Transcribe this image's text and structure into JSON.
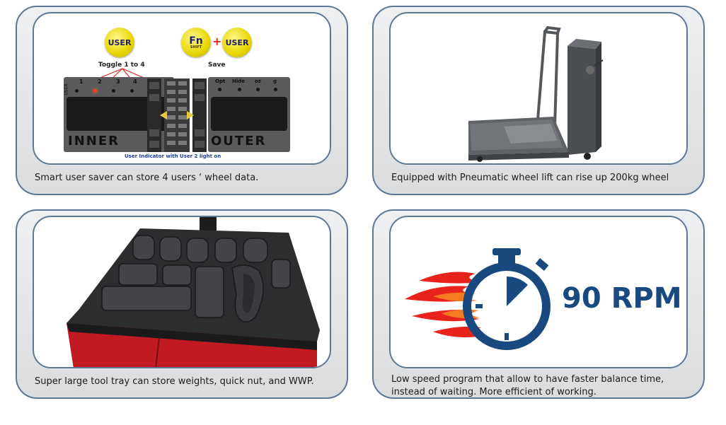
{
  "cards": [
    {
      "id": "user-saver",
      "caption": "Smart user saver can store 4 users ‘ wheel data.",
      "panel": {
        "user_button": "USER",
        "fn_button": "Fn",
        "fn_sub": "SHIFT",
        "plus": "+",
        "toggle_label": "Toggle 1 to 4",
        "save_label": "Save",
        "side_label": "USER",
        "numbers": [
          "1",
          "2",
          "3",
          "4"
        ],
        "right_labels": [
          "Opt",
          "Hide",
          "oz",
          "g"
        ],
        "inner_label": "INNER",
        "outer_label": "OUTER",
        "indicator_note": "User Indicator with User 2 light on"
      }
    },
    {
      "id": "wheel-lift",
      "caption": "Equipped with Pneumatic wheel lift can rise up 200kg wheel"
    },
    {
      "id": "tool-tray",
      "caption": "Super large tool tray can  store weights, quick nut, and WWP."
    },
    {
      "id": "speed",
      "caption": "Low speed program that allow to have faster balance time, instead of waiting. More efficient of working.",
      "rpm_text": "90 RPM"
    }
  ],
  "colors": {
    "border": "#5d7894",
    "rpm_blue": "#1a497f",
    "flame": "#e8231c",
    "tray_red": "#c21a22"
  }
}
